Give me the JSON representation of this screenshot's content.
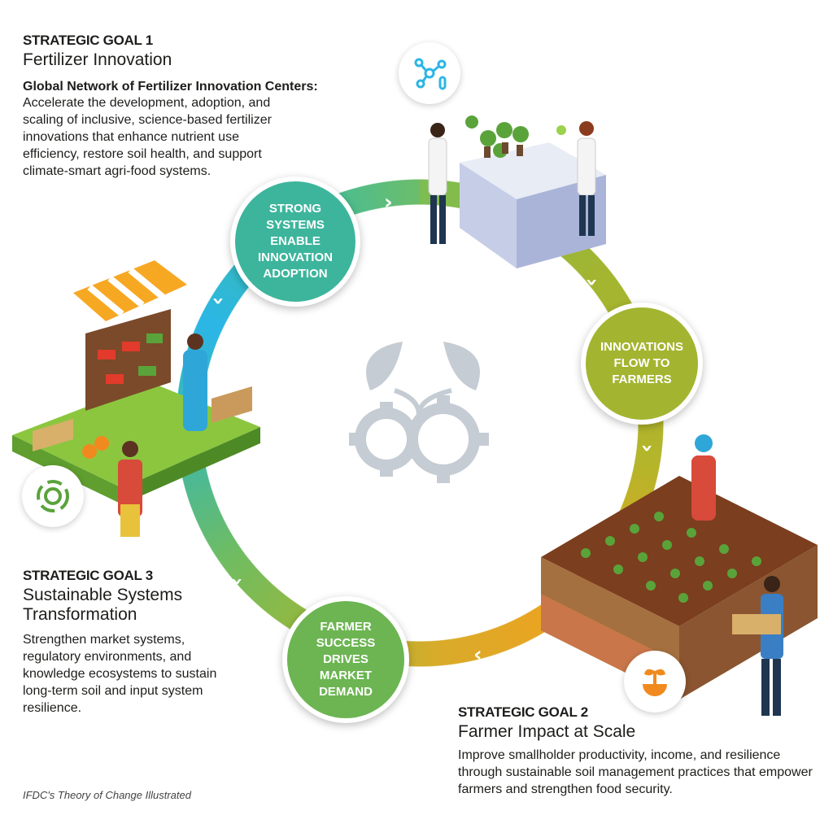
{
  "goals": [
    {
      "kicker": "STRATEGIC GOAL 1",
      "title": "Fertilizer Innovation",
      "subtitle": "Global Network of Fertilizer Innovation Centers:",
      "description": "Accelerate the development, adoption, and scaling of inclusive, science-based fertilizer innovations that enhance nutrient use efficiency, restore soil health, and support climate-smart agri-food systems."
    },
    {
      "kicker": "STRATEGIC GOAL 2",
      "title": "Farmer Impact at Scale",
      "description": "Improve smallholder productivity, income, and resilience through sustainable soil management practices that empower farmers and strengthen food security."
    },
    {
      "kicker": "STRATEGIC GOAL 3",
      "title": "Sustainable Systems Transformation",
      "description": "Strengthen market systems, regulatory environments, and knowledge ecosystems to sustain long-term soil and input system resilience."
    }
  ],
  "cycle": [
    {
      "label": "Strong systems enable innovation adoption",
      "color": "#3db59c"
    },
    {
      "label": "Innovations flow to farmers",
      "color": "#a3b530"
    },
    {
      "label": "Farmer success drives market demand",
      "color": "#6cb552"
    }
  ],
  "icons": [
    "lab-network-icon",
    "market-cycle-icon",
    "plant-gear-icon",
    "center-gears-leaves-icon"
  ],
  "caption": "IFDC's Theory of Change Illustrated"
}
